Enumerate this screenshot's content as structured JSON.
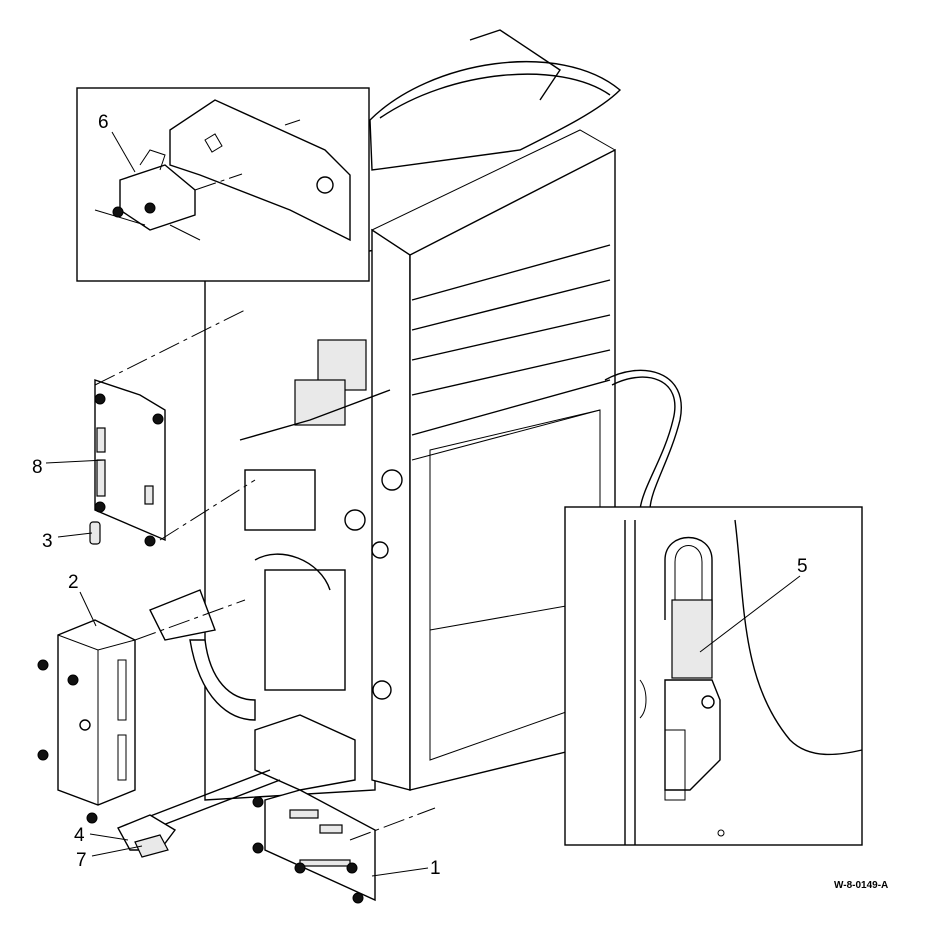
{
  "callouts": [
    {
      "id": "c1",
      "label": "1"
    },
    {
      "id": "c2",
      "label": "2"
    },
    {
      "id": "c3",
      "label": "3"
    },
    {
      "id": "c4",
      "label": "4"
    },
    {
      "id": "c5",
      "label": "5"
    },
    {
      "id": "c6",
      "label": "6"
    },
    {
      "id": "c7",
      "label": "7"
    },
    {
      "id": "c8",
      "label": "8"
    }
  ],
  "figure_id": "W-8-0149-A"
}
